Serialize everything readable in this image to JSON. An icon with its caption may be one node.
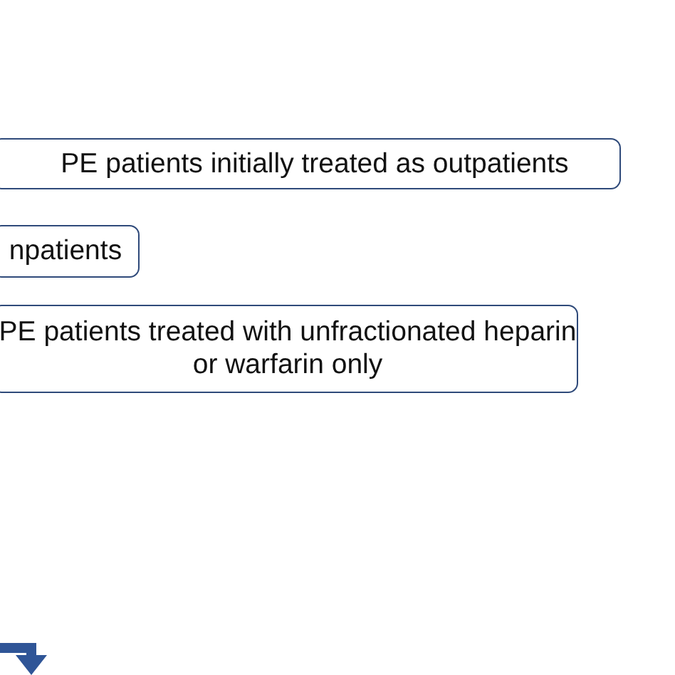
{
  "diagram": {
    "nodes": [
      {
        "text": [
          "PE patients initially treated as outpatients"
        ]
      },
      {
        "text": [
          "npatients"
        ]
      },
      {
        "text": [
          "PE patients treated with unfractionated heparin or warfarin only"
        ]
      }
    ]
  }
}
